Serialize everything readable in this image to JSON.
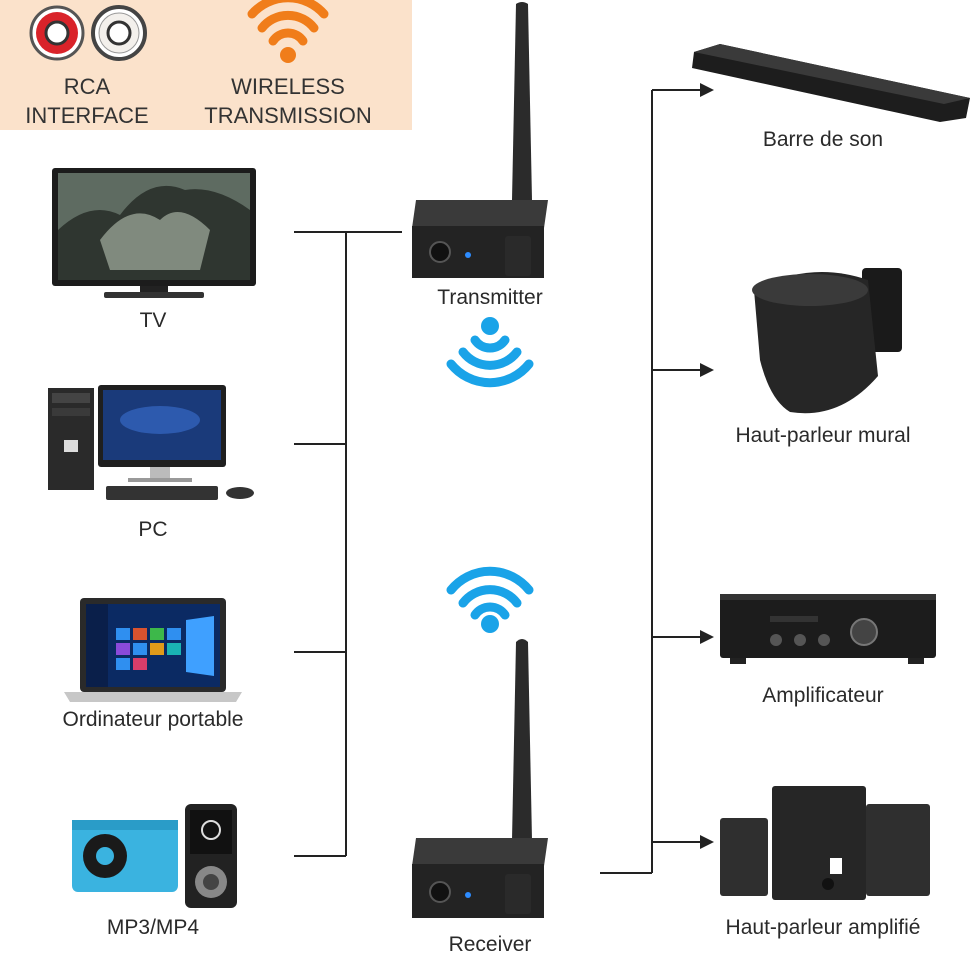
{
  "features": {
    "rca_line1": "RCA",
    "rca_line2": "INTERFACE",
    "wireless_line1": "WIRELESS",
    "wireless_line2": "TRANSMISSION"
  },
  "sources": [
    {
      "label": "TV",
      "icon": "tv-icon"
    },
    {
      "label": "PC",
      "icon": "desktop-pc-icon"
    },
    {
      "label": "Ordinateur portable",
      "icon": "laptop-icon"
    },
    {
      "label": "MP3/MP4",
      "icon": "mp3-player-icon"
    }
  ],
  "transmitter": {
    "label": "Transmitter"
  },
  "receiver": {
    "label": "Receiver"
  },
  "outputs": [
    {
      "label": "Barre de son",
      "icon": "soundbar-icon"
    },
    {
      "label": "Haut-parleur mural",
      "icon": "wall-speaker-icon"
    },
    {
      "label": "Amplificateur",
      "icon": "amplifier-icon"
    },
    {
      "label": "Haut-parleur amplifié",
      "icon": "powered-speakers-icon"
    }
  ],
  "colors": {
    "feature_bg": "#fbe2cb",
    "wifi_orange": "#f07d1a",
    "wifi_blue": "#1aa3e8",
    "rca_red": "#d9232a",
    "line": "#222222"
  }
}
